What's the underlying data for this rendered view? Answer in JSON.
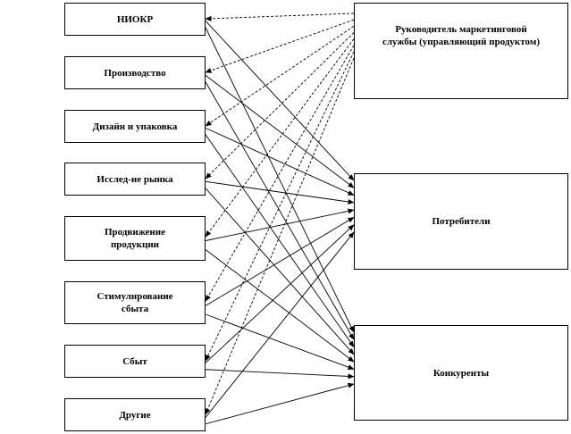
{
  "functions": [
    {
      "id": "niokr",
      "label": "НИОКР"
    },
    {
      "id": "proizvodstvo",
      "label": "Производство"
    },
    {
      "id": "dizain",
      "label": "Дизайн и упаковка"
    },
    {
      "id": "issled",
      "label": "Исслед-ие рынка"
    },
    {
      "id": "prodvizhenie",
      "label": "Продвижение\nпродукции"
    },
    {
      "id": "stimulirovanie",
      "label": "Стимулирование\nсбыта"
    },
    {
      "id": "sbyt",
      "label": "Сбыт"
    },
    {
      "id": "drugie",
      "label": "Другие"
    }
  ],
  "manager": {
    "id": "manager",
    "label": "Руководитель маркетинговой\nслужбы (управляющий продуктом)"
  },
  "consumers": {
    "id": "consumers",
    "label": "Потребители"
  },
  "competitors": {
    "id": "competitors",
    "label": "Конкуренты"
  },
  "edges": [
    {
      "from": "manager",
      "to": "niokr"
    },
    {
      "from": "manager",
      "to": "proizvodstvo"
    },
    {
      "from": "manager",
      "to": "dizain"
    },
    {
      "from": "manager",
      "to": "issled"
    },
    {
      "from": "manager",
      "to": "prodvizhenie"
    },
    {
      "from": "manager",
      "to": "stimulirovanie"
    },
    {
      "from": "manager",
      "to": "sbyt"
    },
    {
      "from": "manager",
      "to": "drugie"
    },
    {
      "from": "niokr",
      "to": "consumers"
    },
    {
      "from": "proizvodstvo",
      "to": "consumers"
    },
    {
      "from": "dizain",
      "to": "consumers"
    },
    {
      "from": "issled",
      "to": "consumers"
    },
    {
      "from": "prodvizhenie",
      "to": "consumers"
    },
    {
      "from": "stimulirovanie",
      "to": "consumers"
    },
    {
      "from": "sbyt",
      "to": "consumers"
    },
    {
      "from": "drugie",
      "to": "consumers"
    },
    {
      "from": "niokr",
      "to": "competitors"
    },
    {
      "from": "proizvodstvo",
      "to": "competitors"
    },
    {
      "from": "dizain",
      "to": "competitors"
    },
    {
      "from": "issled",
      "to": "competitors"
    },
    {
      "from": "prodvizhenie",
      "to": "competitors"
    },
    {
      "from": "stimulirovanie",
      "to": "competitors"
    },
    {
      "from": "sbyt",
      "to": "competitors"
    },
    {
      "from": "drugie",
      "to": "competitors"
    }
  ]
}
